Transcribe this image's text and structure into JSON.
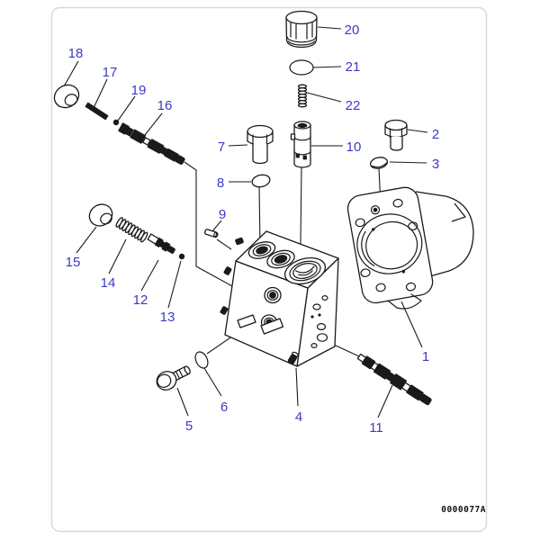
{
  "figure": {
    "drawing_id": "0000077A",
    "callouts": [
      {
        "label": "1"
      },
      {
        "label": "2"
      },
      {
        "label": "3"
      },
      {
        "label": "4"
      },
      {
        "label": "5"
      },
      {
        "label": "6"
      },
      {
        "label": "7"
      },
      {
        "label": "8"
      },
      {
        "label": "9"
      },
      {
        "label": "10"
      },
      {
        "label": "11"
      },
      {
        "label": "12"
      },
      {
        "label": "13"
      },
      {
        "label": "14"
      },
      {
        "label": "15"
      },
      {
        "label": "16"
      },
      {
        "label": "17"
      },
      {
        "label": "18"
      },
      {
        "label": "19"
      },
      {
        "label": "20"
      },
      {
        "label": "21"
      },
      {
        "label": "22"
      }
    ]
  },
  "colors": {
    "callout_text": "#3A3AC8",
    "line_art": "#1a1a1a",
    "frame_border": "#d9d9d9",
    "background": "#ffffff"
  }
}
